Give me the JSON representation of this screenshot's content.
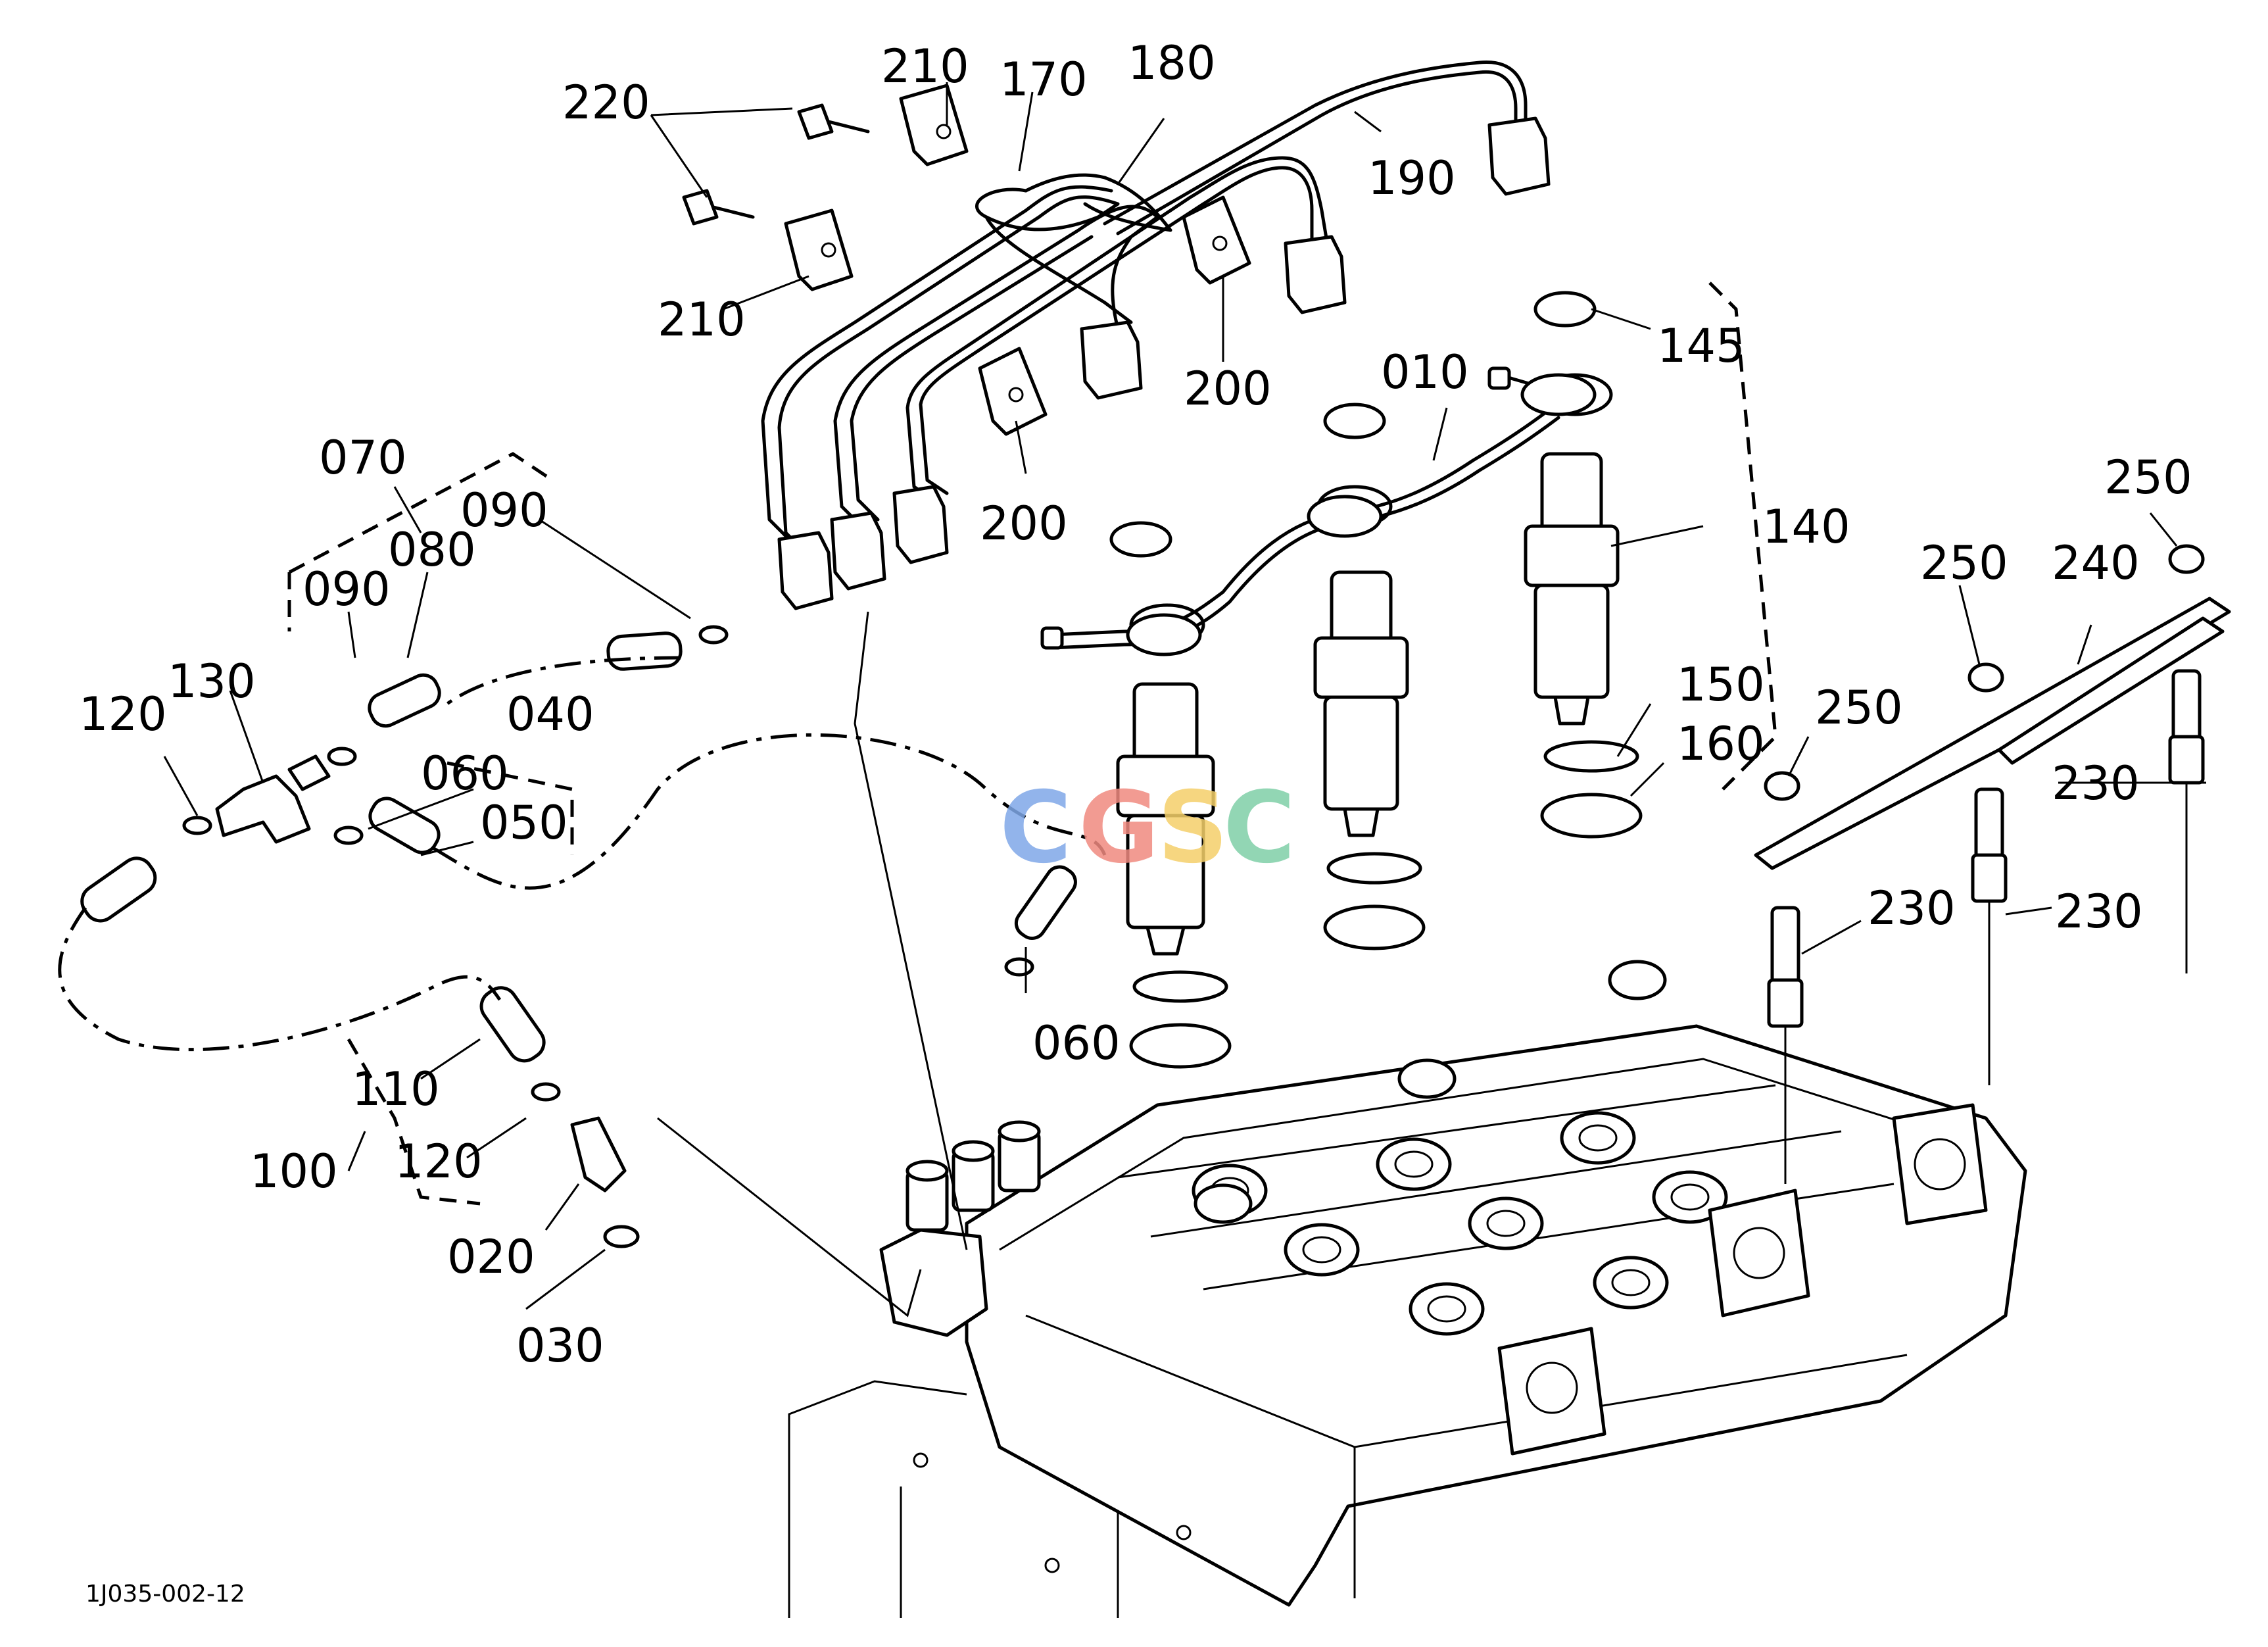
{
  "drawing_code": "1J035-002-12",
  "watermark": {
    "letters": [
      "C",
      "G",
      "S",
      "C"
    ],
    "colors": [
      "#7fa8e8",
      "#f08a80",
      "#f5d06a",
      "#7fd0a8"
    ]
  },
  "callouts": {
    "c220": "220",
    "c210a": "210",
    "c210b": "210",
    "c170": "170",
    "c180": "180",
    "c190": "190",
    "c200a": "200",
    "c200b": "200",
    "c145": "145",
    "c010": "010",
    "c140": "140",
    "c070": "070",
    "c090a": "090",
    "c090b": "090",
    "c080": "080",
    "c130": "130",
    "c120a": "120",
    "c040": "040",
    "c060a": "060",
    "c050": "050",
    "c060b": "060",
    "c110": "110",
    "c100": "100",
    "c120b": "120",
    "c020": "020",
    "c030": "030",
    "c150": "150",
    "c160": "160",
    "c250a": "250",
    "c250b": "250",
    "c250c": "250",
    "c240": "240",
    "c230a": "230",
    "c230b": "230",
    "c230c": "230"
  }
}
